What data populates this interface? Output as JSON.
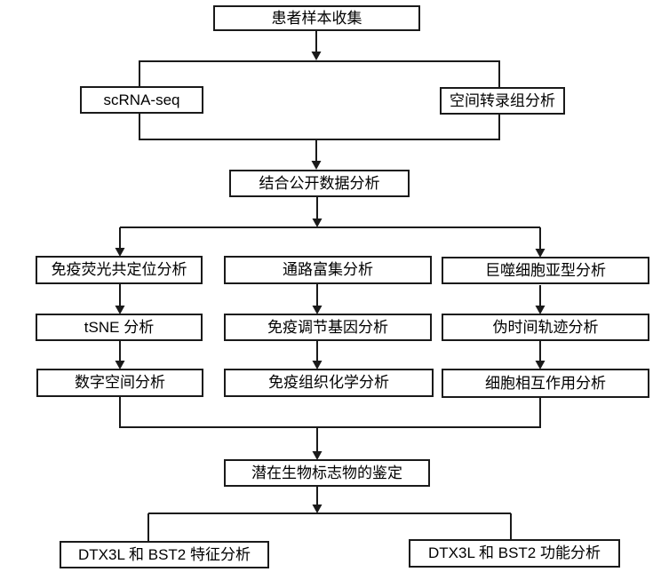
{
  "diagram": {
    "type": "flowchart",
    "colors": {
      "box_border": "#1a1a1a",
      "box_fill": "#ffffff",
      "line": "#1a1a1a",
      "text": "#000000",
      "background": "#ffffff"
    },
    "nodes": {
      "patient_sample": {
        "label": "患者样本收集"
      },
      "scrna_seq": {
        "label": "scRNA-seq"
      },
      "spatial_transcriptomics": {
        "label": "空间转录组分析"
      },
      "combined_public_data": {
        "label": "结合公开数据分析"
      },
      "immunofluorescence": {
        "label": "免疫荧光共定位分析"
      },
      "pathway_enrichment": {
        "label": "通路富集分析"
      },
      "macrophage_subtype": {
        "label": "巨噬细胞亚型分析"
      },
      "tsne": {
        "label": "tSNE 分析"
      },
      "immune_regulatory_genes": {
        "label": "免疫调节基因分析"
      },
      "pseudotime": {
        "label": "伪时间轨迹分析"
      },
      "digital_spatial": {
        "label": "数字空间分析"
      },
      "immunohistochemistry": {
        "label": "免疫组织化学分析"
      },
      "cell_interaction": {
        "label": "细胞相互作用分析"
      },
      "biomarker_identification": {
        "label": "潜在生物标志物的鉴定"
      },
      "dtx3l_bst2_characterization": {
        "label": "DTX3L 和 BST2 特征分析"
      },
      "dtx3l_bst2_function": {
        "label": "DTX3L 和 BST2 功能分析"
      }
    },
    "groups": [
      {
        "name": "sequencing_group",
        "contains": [
          "scrna_seq",
          "spatial_transcriptomics"
        ]
      }
    ],
    "edges": [
      {
        "from": "patient_sample",
        "to": "sequencing_group"
      },
      {
        "from": "sequencing_group",
        "to": "combined_public_data"
      },
      {
        "from": "combined_public_data",
        "to": "immunofluorescence"
      },
      {
        "from": "combined_public_data",
        "to": "pathway_enrichment"
      },
      {
        "from": "combined_public_data",
        "to": "macrophage_subtype"
      },
      {
        "from": "immunofluorescence",
        "to": "tsne"
      },
      {
        "from": "tsne",
        "to": "digital_spatial"
      },
      {
        "from": "pathway_enrichment",
        "to": "immune_regulatory_genes"
      },
      {
        "from": "immune_regulatory_genes",
        "to": "immunohistochemistry"
      },
      {
        "from": "macrophage_subtype",
        "to": "pseudotime"
      },
      {
        "from": "pseudotime",
        "to": "cell_interaction"
      },
      {
        "from": "digital_spatial",
        "to": "biomarker_identification"
      },
      {
        "from": "immunohistochemistry",
        "to": "biomarker_identification"
      },
      {
        "from": "cell_interaction",
        "to": "biomarker_identification"
      },
      {
        "from": "biomarker_identification",
        "to": "dtx3l_bst2_characterization"
      },
      {
        "from": "biomarker_identification",
        "to": "dtx3l_bst2_function"
      }
    ]
  }
}
